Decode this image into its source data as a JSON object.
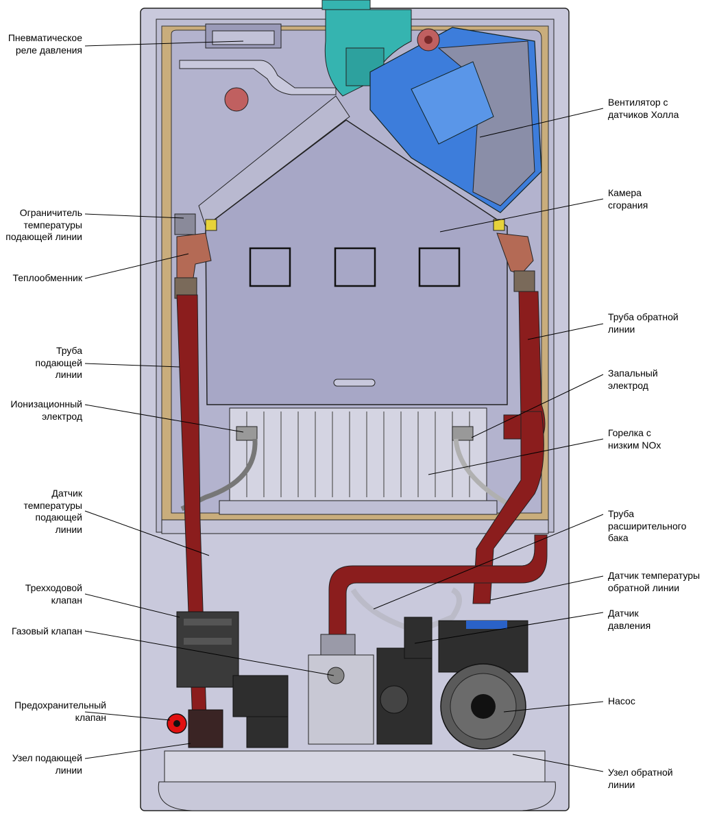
{
  "labels": {
    "pressure_relay": "Пневматическое\nреле давления",
    "flow_temp_limiter": "Ограничитель\nтемпературы\nподающей линии",
    "heat_exchanger": "Теплообменник",
    "flow_pipe": "Труба\nподающей\nлинии",
    "ionization_electrode": "Ионизационный\nэлектрод",
    "flow_temp_sensor": "Датчик\nтемпературы\nподающей\nлинии",
    "three_way_valve": "Трехходовой\nклапан",
    "gas_valve": "Газовый клапан",
    "safety_valve": "Предохранительный\nклапан",
    "flow_node": "Узел подающей\nлинии",
    "fan_hall": "Вентилятор с\nдатчиков Холла",
    "combustion_chamber": "Камера\nсгорания",
    "return_pipe": "Труба обратной\nлинии",
    "ignition_electrode": "Запальный\nэлектрод",
    "low_nox_burner": "Горелка с\nнизким NOx",
    "expansion_pipe": "Труба\nрасширительного\nбака",
    "return_temp_sensor": "Датчик температуры\nобратной линии",
    "pressure_sensor": "Датчик\nдавления",
    "pump": "Насос",
    "return_node": "Узел обратной\nлинии"
  },
  "colors": {
    "casing": "#c9c9dc",
    "chamber": "#a7a7c6",
    "insulation": "#c9ad7c",
    "pipe_red": "#8b1d1d",
    "pipe_copper": "#b46a55",
    "flue_teal": "#35b4b0",
    "fan_blue": "#3d7ddb",
    "pump_gray": "#3a3a3a",
    "valve_red": "#e01010"
  }
}
